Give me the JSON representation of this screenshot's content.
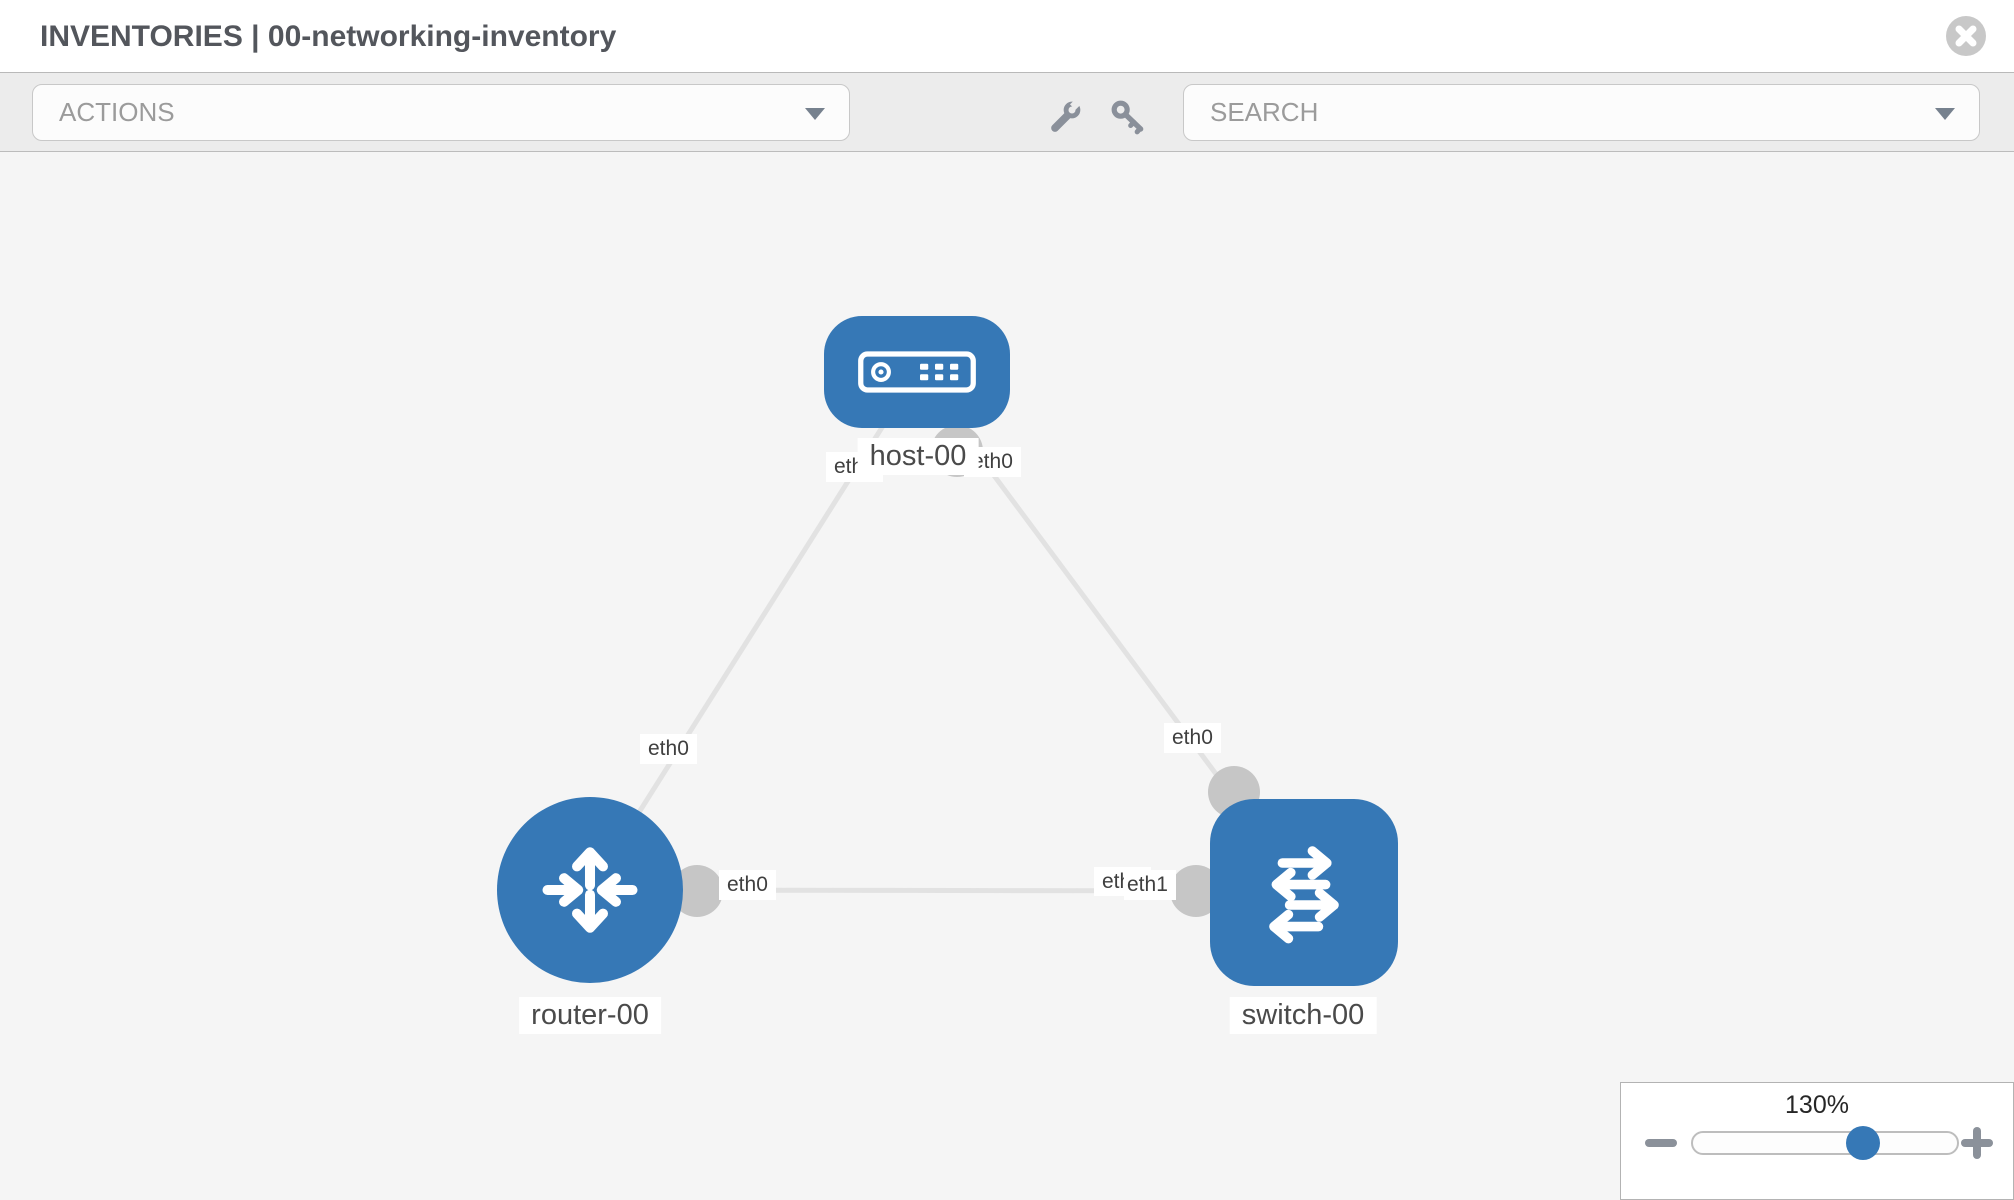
{
  "header": {
    "title": "INVENTORIES | 00-networking-inventory",
    "close_icon": "close-icon"
  },
  "toolbar": {
    "actions_label": "ACTIONS",
    "search_placeholder": "SEARCH",
    "icons": [
      "wrench-icon",
      "key-icon"
    ]
  },
  "topology": {
    "nodes": [
      {
        "id": "host-00",
        "type": "host",
        "label": "host-00"
      },
      {
        "id": "router-00",
        "type": "router",
        "label": "router-00"
      },
      {
        "id": "switch-00",
        "type": "switch",
        "label": "switch-00"
      }
    ],
    "links": [
      {
        "from": "router-00",
        "from_port": "eth0",
        "to": "host-00",
        "to_port": "eth0"
      },
      {
        "from": "host-00",
        "from_port": "eth0",
        "to": "switch-00",
        "to_port": "eth0"
      },
      {
        "from": "router-00",
        "from_port": "eth0",
        "to": "switch-00",
        "to_port": "eth1",
        "to_port_hidden": "eth0"
      }
    ]
  },
  "zoom_control": {
    "value": "130%",
    "percent": 130,
    "icons": [
      "minus-icon",
      "plus-icon"
    ]
  },
  "colors": {
    "node_blue": "#3678b6",
    "link_gray": "#e2e2e2",
    "endpoint_gray": "#c6c6c6",
    "toolbar_bg": "#ececec",
    "canvas_bg": "#f5f5f5"
  }
}
